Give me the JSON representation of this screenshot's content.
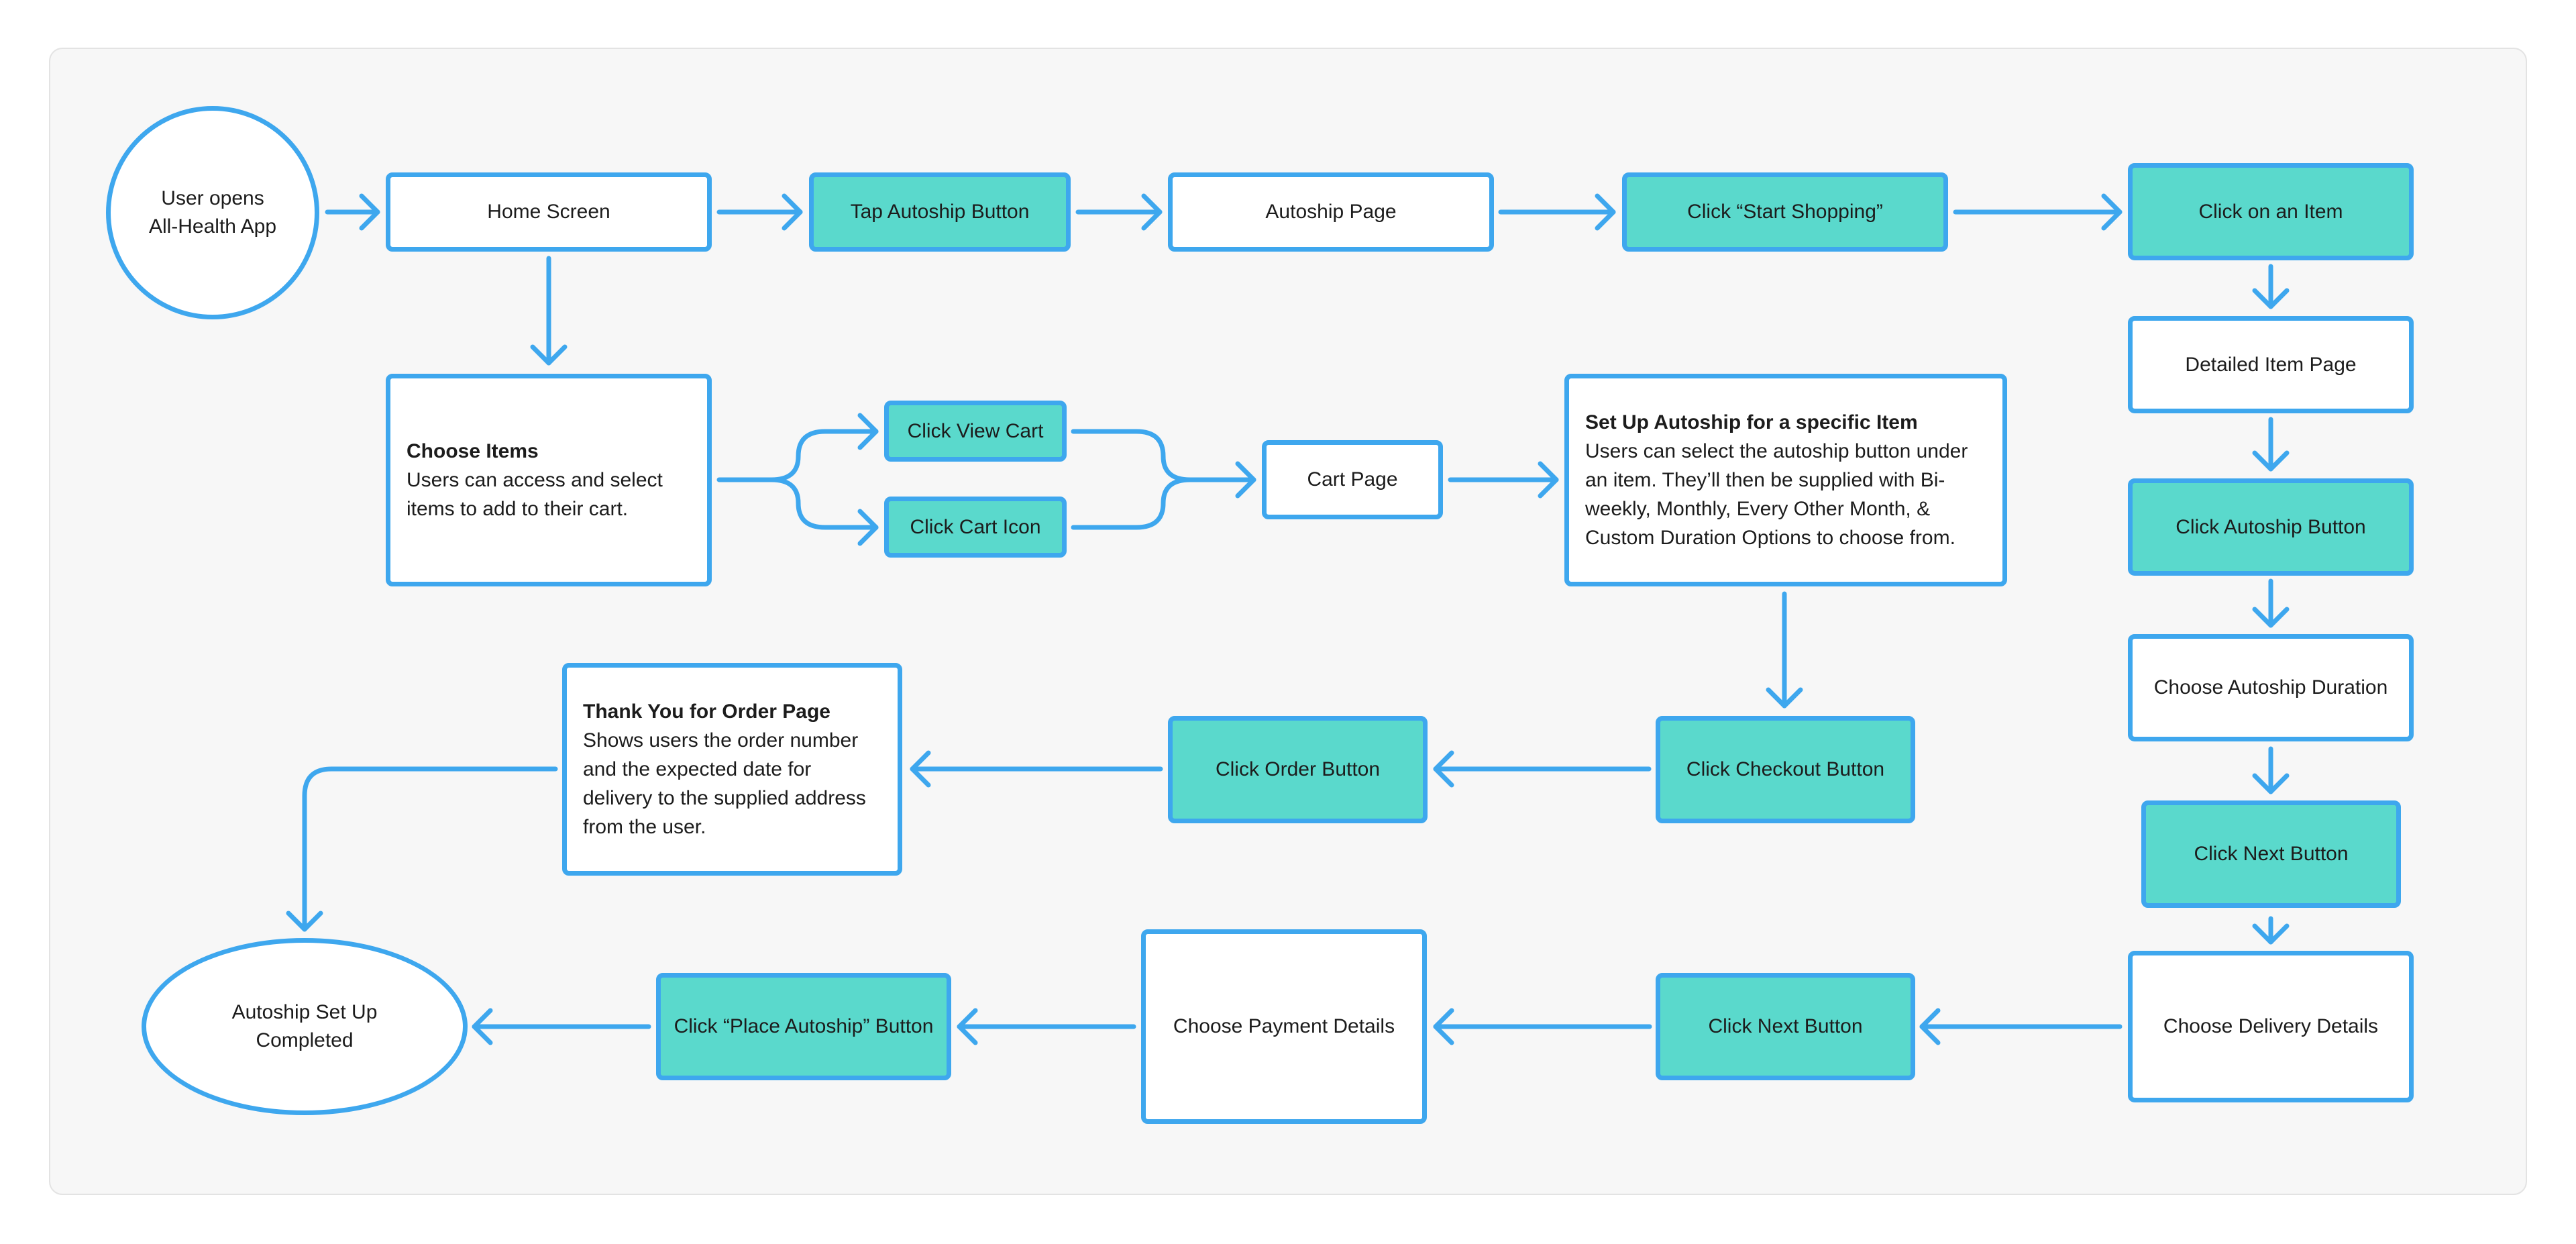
{
  "colors": {
    "stroke": "#3ea7ee",
    "action_fill": "#5ad9cc",
    "plain_fill": "#ffffff",
    "panel_fill": "#f7f7f7",
    "text": "#1c1c1c"
  },
  "nodes": {
    "user_opens": "User opens\nAll-Health App",
    "home_screen": "Home Screen",
    "tap_autoship_button": "Tap Autoship Button",
    "autoship_page": "Autoship Page",
    "click_start_shopping": "Click “Start Shopping”",
    "click_on_item": "Click on an Item",
    "detailed_item_page": "Detailed Item Page",
    "click_autoship_button": "Click Autoship Button",
    "choose_autoship_duration": "Choose Autoship Duration",
    "click_next_button_1": "Click Next Button",
    "choose_delivery_details": "Choose Delivery Details",
    "click_next_button_2": "Click Next Button",
    "choose_payment_details": "Choose Payment Details",
    "click_place_autoship": "Click “Place Autoship” Button",
    "autoship_completed": "Autoship Set Up\nCompleted",
    "click_view_cart": "Click View Cart",
    "click_cart_icon": "Click Cart Icon",
    "cart_page": "Cart Page",
    "click_checkout_button": "Click Checkout Button",
    "click_order_button": "Click Order Button"
  },
  "notes": {
    "choose_items": {
      "title": "Choose Items",
      "body": "Users can access and select\nitems to add to their cart."
    },
    "set_up_autoship": {
      "title": "Set Up Autoship for a specific Item",
      "body": "Users can select the autoship button under\nan item. They’ll then be supplied with Bi-\nweekly, Monthly, Every Other Month, &\nCustom Duration Options to choose from."
    },
    "thank_you": {
      "title": "Thank You for Order Page",
      "body": "Shows users the order number\nand the expected date for\ndelivery to the supplied address\nfrom the user."
    }
  }
}
